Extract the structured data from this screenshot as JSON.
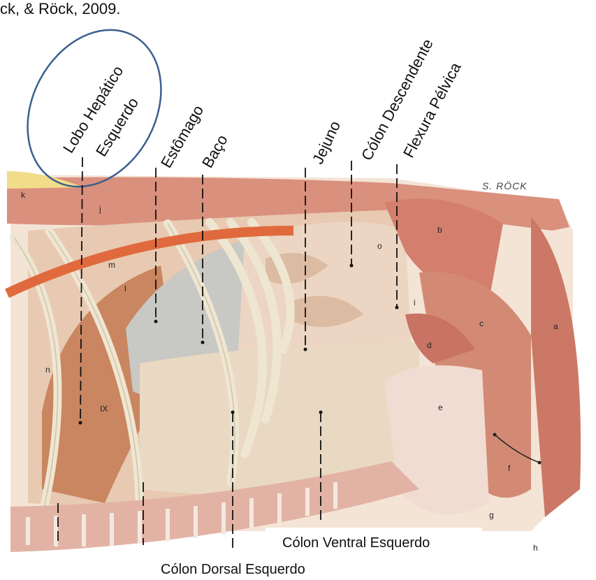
{
  "header_fragment": "ck, & Röck, 2009.",
  "labels": {
    "lobo_hepatico": "Lobo Hepático",
    "esquerdo": "Esquerdo",
    "estomago": "Estômago",
    "baco": "Baço",
    "jejuno": "Jejuno",
    "colon_descendente": "Cólon Descendente",
    "flexura_pelvica": "Flexura Pélvica",
    "colon_ventral_esquerdo": "Cólon Ventral Esquerdo",
    "colon_dorsal_esquerdo": "Cólon Dorsal Esquerdo"
  },
  "letters": {
    "k": "k",
    "j": "j",
    "m": "m",
    "l": "l",
    "n": "n",
    "ix": "IX",
    "o": "o",
    "b": "b",
    "i": "i",
    "c": "c",
    "a": "a",
    "d": "d",
    "e": "e",
    "f": "f",
    "g": "g",
    "h": "h"
  },
  "signature": "S. RÖCK",
  "colors": {
    "muscle": "#d98b7a",
    "muscle_light": "#f0c7b8",
    "bone": "#f3ead8",
    "organ_grey": "#c9c9c6",
    "intestine": "#ead2c0",
    "ellipse_outline": "#3b5f8f"
  }
}
